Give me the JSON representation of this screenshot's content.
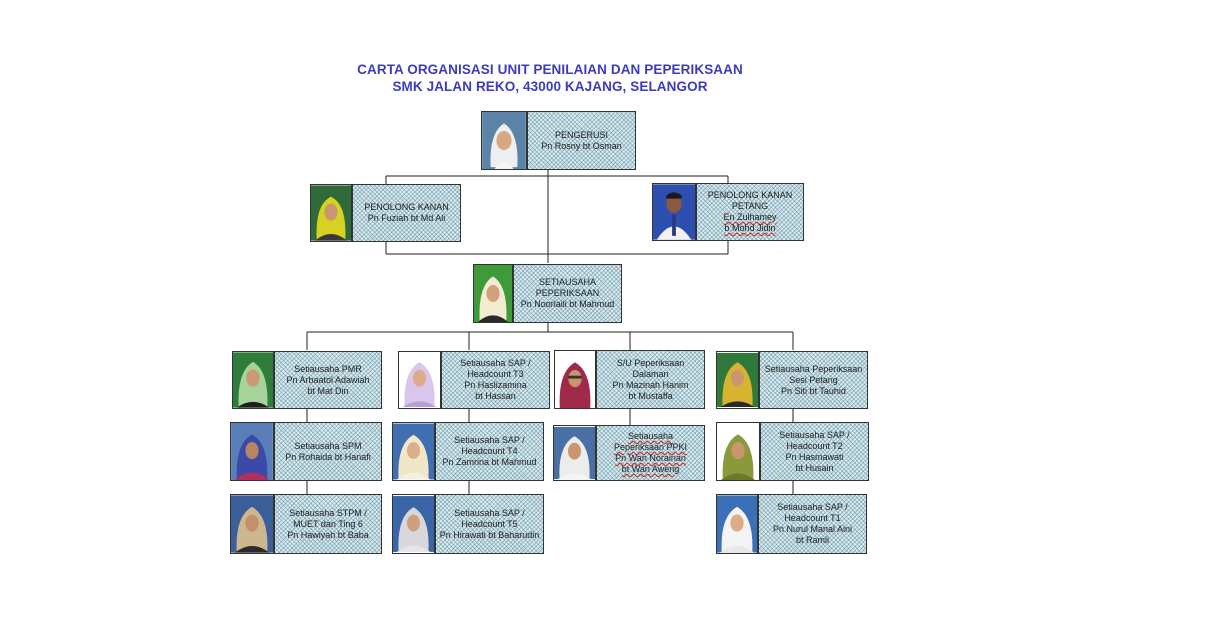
{
  "title": {
    "line1": "CARTA ORGANISASI UNIT PENILAIAN DAN PEPERIKSAAN",
    "line2": "SMK JALAN REKO, 43000 KAJANG, SELANGOR"
  },
  "nodes": {
    "pengerusi": {
      "l1": "PENGERUSI",
      "l2": "Pn Rosny bt Osman"
    },
    "pk_kanan": {
      "l1": "PENOLONG KANAN",
      "l2": "Pn Fuziah bt Md Ali"
    },
    "pk_petang": {
      "l1": "PENOLONG KANAN",
      "l2": "PETANG",
      "l3": "En Zulhamey",
      "l4": "b Mohd Jidin"
    },
    "setiausaha": {
      "l1": "SETIAUSAHA",
      "l2": "PEPERIKSAAN",
      "l3": "Pn Noorlaili bt Mahmud"
    },
    "pmr": {
      "l1": "Setiausaha PMR",
      "l2": "Pn Arbaatol Adawiah",
      "l3": "bt  Mat Din"
    },
    "spm": {
      "l1": "Setiausaha SPM",
      "l2": "Pn Rohaida bt Hanafi"
    },
    "stpm": {
      "l1": "Setiausaha STPM /",
      "l2": "MUET dan Ting 6",
      "l3": "Pn Hawiyah bt Baba"
    },
    "t3": {
      "l1": "Setiausaha  SAP /",
      "l2": "Headcount  T3",
      "l3": "Pn Haslizamina",
      "l4": "bt Hassan"
    },
    "t4": {
      "l1": "Setiausaha  SAP /",
      "l2": "Headcount  T4",
      "l3": "Pn Zamrina bt Mahmud"
    },
    "t5": {
      "l1": "Setiausaha  SAP /",
      "l2": "Headcount  T5",
      "l3": "Pn Hirawati bt Baharudin"
    },
    "dalaman": {
      "l1": "S/U Peperiksaan",
      "l2": "Dalaman",
      "l3": "Pn Mazinah Hanim",
      "l4": "bt Mustaffa"
    },
    "ppki": {
      "l1": "Setiausaha",
      "l2": "Peperiksaan PPKI",
      "l3": "Pn Wan Norainan",
      "l4": "bt Wan Aweng"
    },
    "petang": {
      "l1": "Setiausaha Peperiksaan",
      "l2": "Sesi Petang",
      "l3": "Pn Siti bt Tauhid"
    },
    "t2": {
      "l1": "Setiausaha  SAP /",
      "l2": "Headcount  T2",
      "l3": "Pn Hasmawati",
      "l4": "bt Husain"
    },
    "t1": {
      "l1": "Setiausaha  SAP /",
      "l2": "Headcount  T1",
      "l3": "Pn Nurul Manal Aini",
      "l4": "bt Ramli"
    }
  },
  "colors": {
    "title": "#3b3bbf",
    "box": "#d9eef3",
    "line": "#222222"
  }
}
